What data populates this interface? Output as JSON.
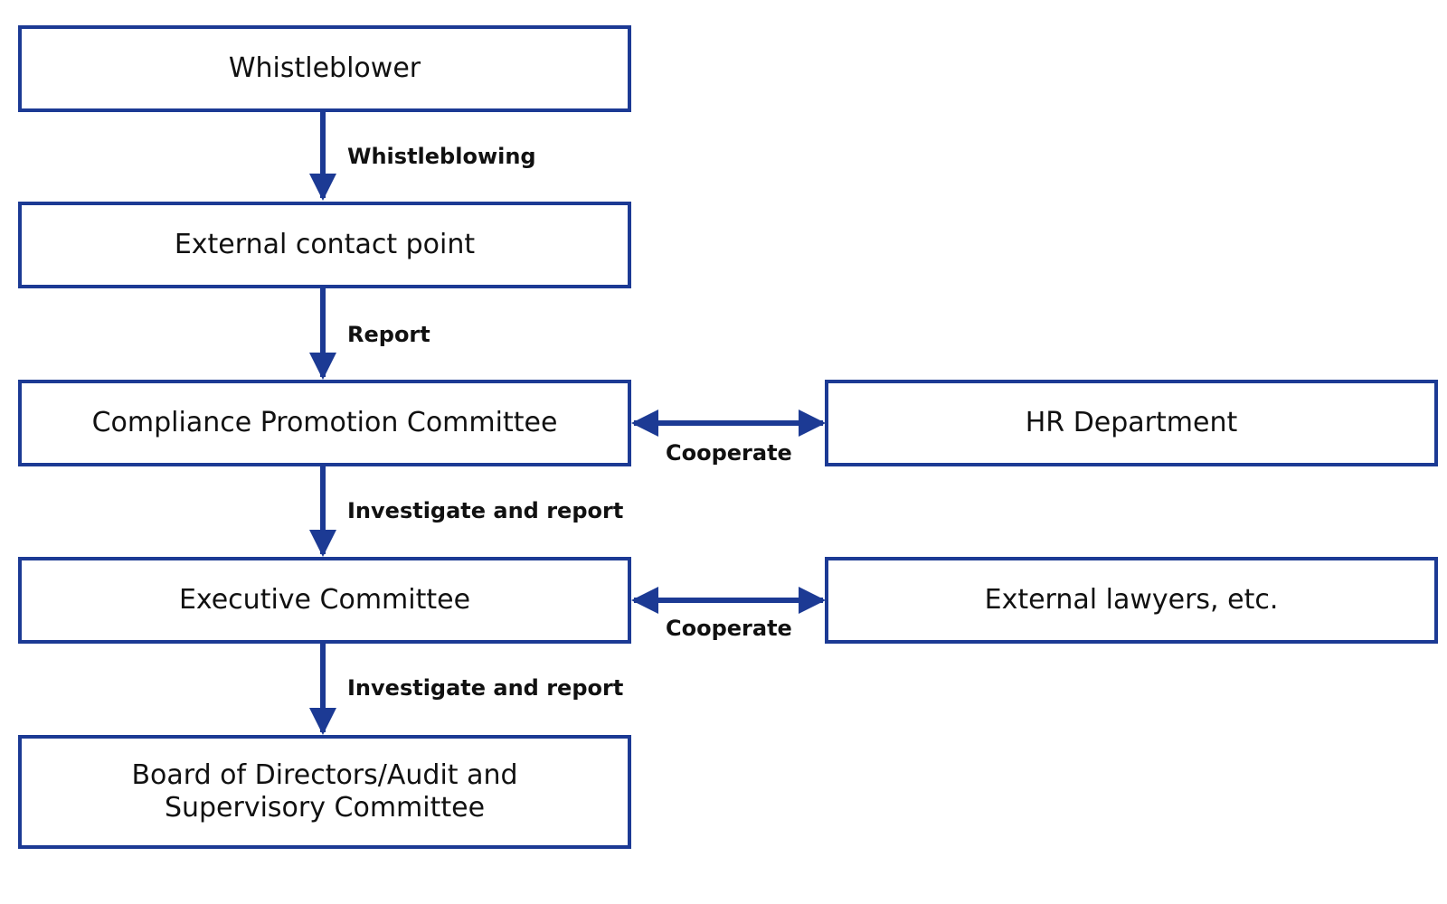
{
  "theme": {
    "line_color": "#1c3a94",
    "box_fill": "#ffffff",
    "text_color": "#111111"
  },
  "nodes": {
    "whistleblower": "Whistleblower",
    "external_contact_point": "External contact point",
    "compliance_promotion_committee": "Compliance Promotion Committee",
    "executive_committee": "Executive Committee",
    "board": "Board of Directors/Audit and Supervisory Committee",
    "hr_department": "HR Department",
    "external_lawyers": "External lawyers, etc."
  },
  "edges": {
    "whistleblowing": "Whistleblowing",
    "report": "Report",
    "investigate_report_1": "Investigate and report",
    "investigate_report_2": "Investigate and report",
    "cooperate_hr": "Cooperate",
    "cooperate_lawyers": "Cooperate"
  }
}
